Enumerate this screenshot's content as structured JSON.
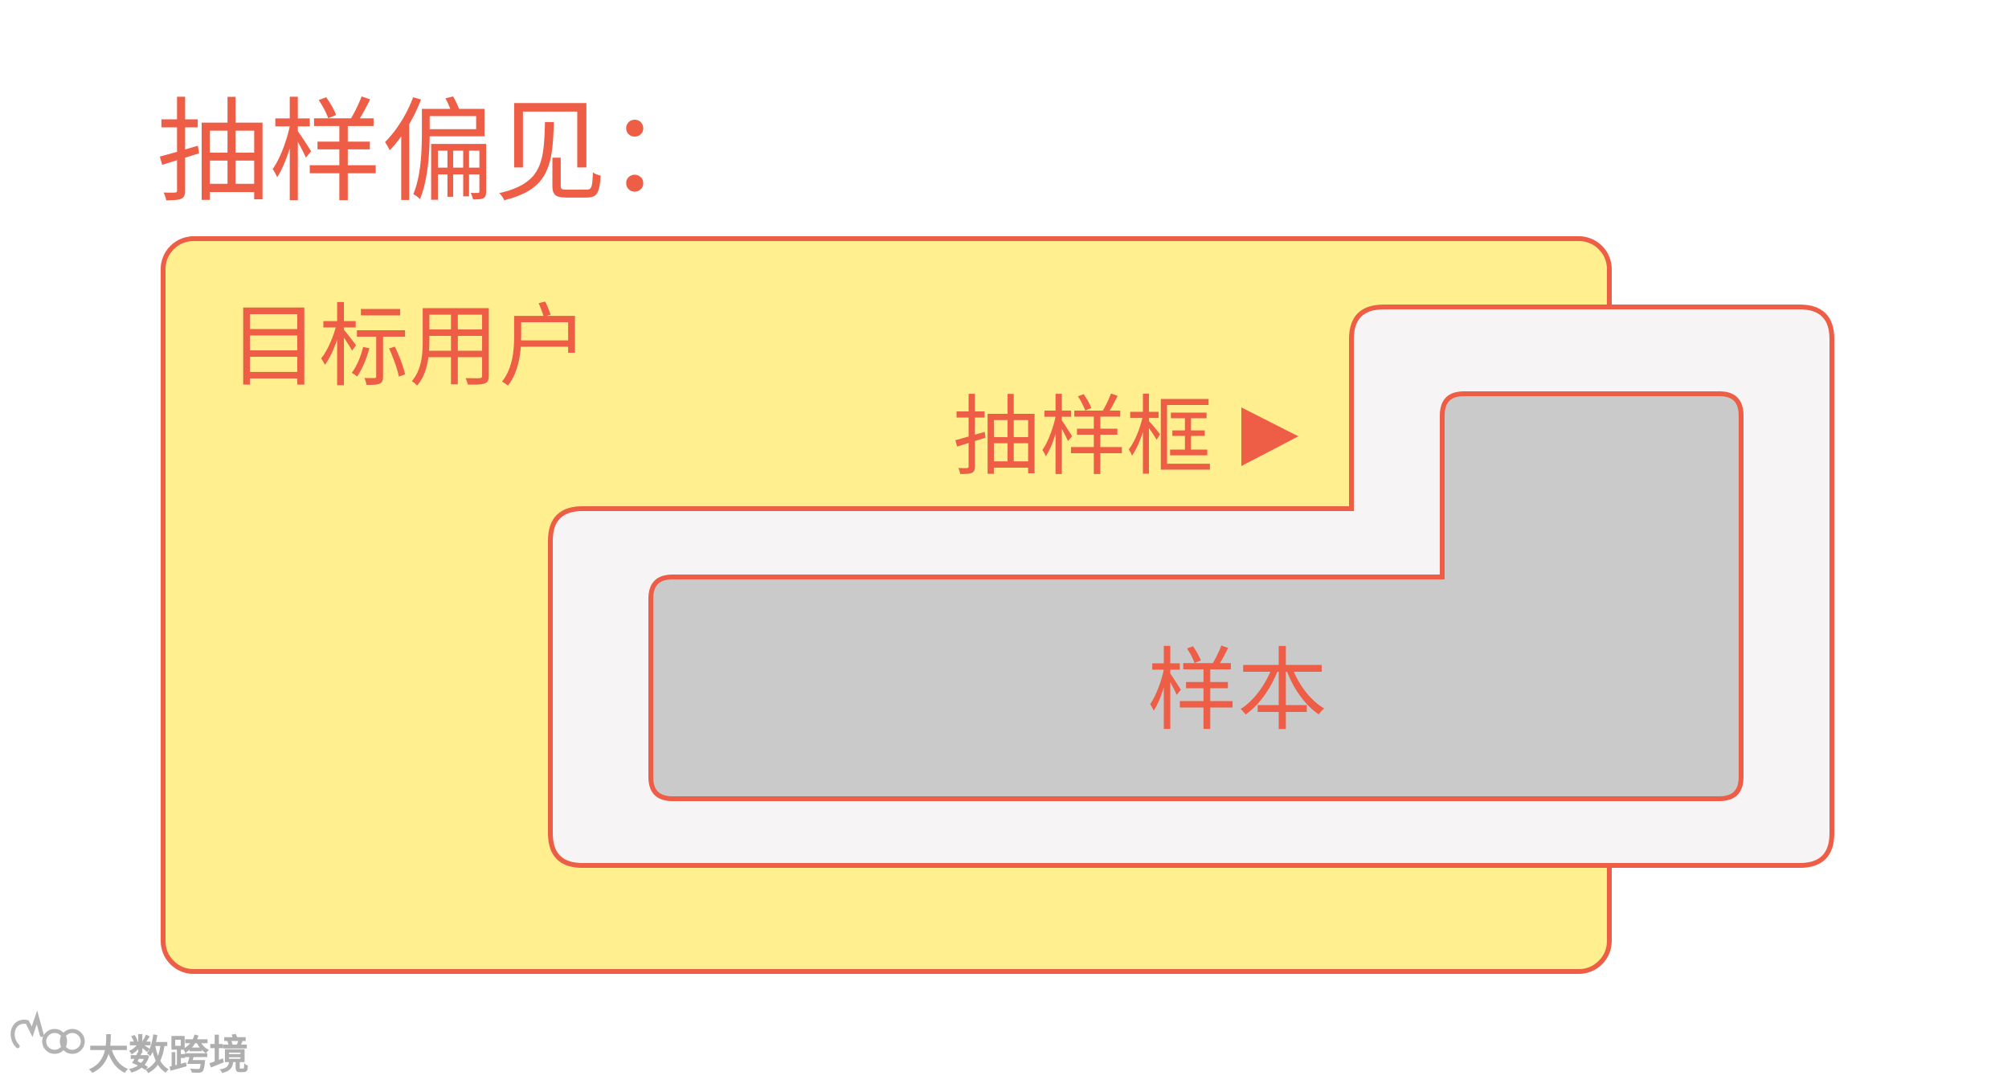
{
  "title": "抽样偏见：",
  "labels": {
    "target_users": "目标用户",
    "sampling_frame": "抽样框",
    "sample": "样本"
  },
  "arrow_icon": "triangle-right-icon",
  "watermark": {
    "text": "大数跨境",
    "logo_icon": "brand-logo-icon"
  },
  "colors": {
    "accent": "#EE5D45",
    "target_users_fill": "#FFEF8F",
    "sampling_frame_fill": "#F6F4F4",
    "sample_fill": "#CBCACB",
    "watermark": "#9A9A9A",
    "background": "#FFFFFF"
  }
}
